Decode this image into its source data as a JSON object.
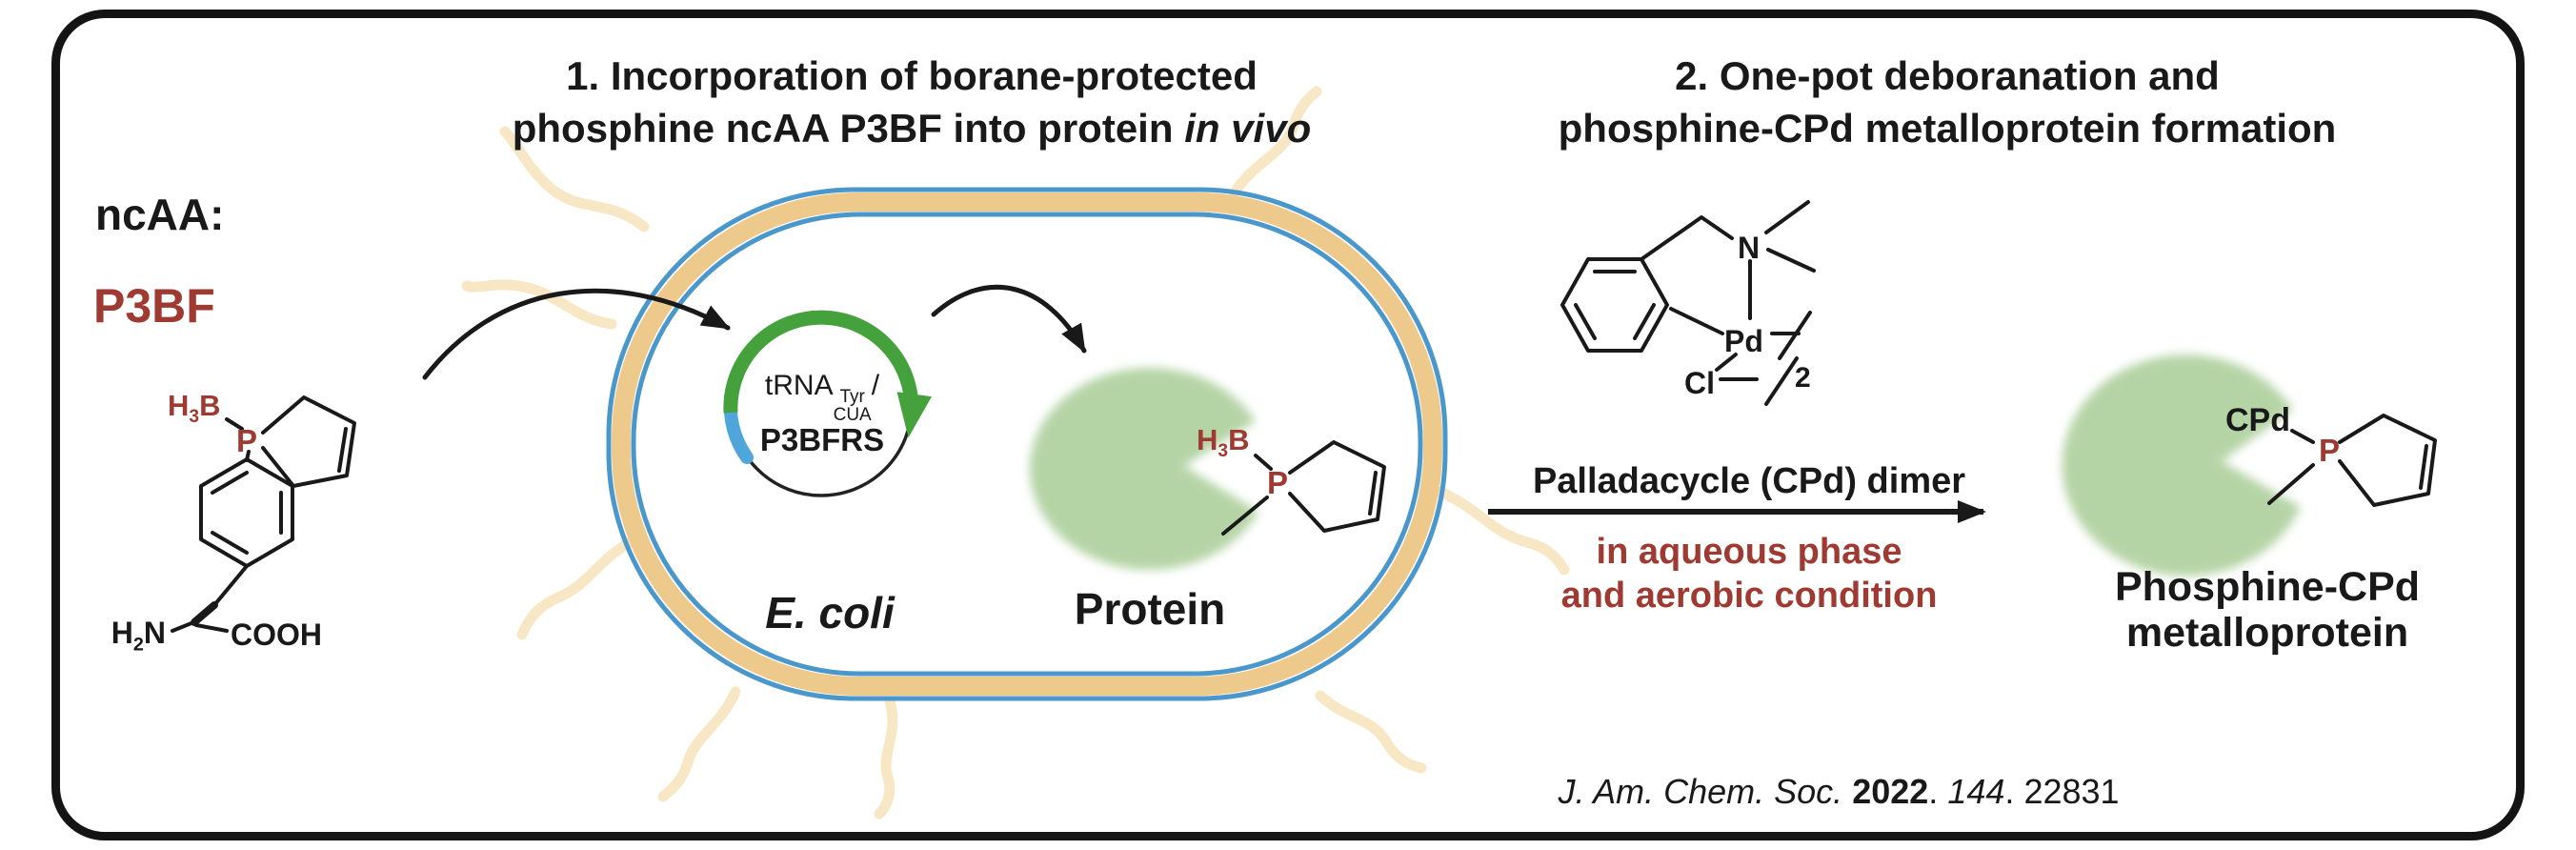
{
  "colors": {
    "ink": "#191919",
    "accent_red": "#9e3a31",
    "protein_green": "#b5d4a6",
    "membrane_tan": "#edca8c",
    "flagella_tan": "#f7e7c4",
    "cell_blue": "#4a97cb",
    "plasmid_green": "#44a13c",
    "plasmid_blue": "#4fa6da"
  },
  "step1": {
    "line1": "1. Incorporation of borane-protected",
    "line2_prefix": "phosphine ncAA P3BF into protein",
    "line2_italic": "in vivo"
  },
  "step2": {
    "line1": "2. One-pot deboranation and",
    "line2": "phosphine-CPd metalloprotein formation"
  },
  "ncaa": {
    "label": "ncAA:",
    "name": "P3BF"
  },
  "p3bf": {
    "borane": {
      "pre": "H",
      "sub": "3",
      "post": "B"
    },
    "phosphorus": "P",
    "amine": {
      "pre": "H",
      "sub": "2",
      "post": "N"
    },
    "acid": "COOH"
  },
  "cell": {
    "organism": "E. coli",
    "plasmid": {
      "gene1": "tRNA",
      "gene1_sub": "CUA",
      "gene1_sup": "Tyr",
      "slash": "/",
      "gene2": "P3BFRS"
    },
    "protein": {
      "label": "Protein",
      "borane": {
        "pre": "H",
        "sub": "3",
        "post": "B"
      },
      "phosphorus": "P"
    }
  },
  "palladacycle": {
    "nitrogen": "N",
    "palladium": "Pd",
    "chloride": "Cl",
    "dimer_subscript": "2"
  },
  "reaction": {
    "reagent": "Palladacycle (CPd) dimer",
    "condition1": "in aqueous phase",
    "condition2": "and aerobic condition"
  },
  "product": {
    "cpd": "CPd",
    "phosphorus": "P",
    "label1": "Phosphine-CPd",
    "label2": "metalloprotein"
  },
  "citation": {
    "journal": "J. Am. Chem. Soc.",
    "year": "2022",
    "volume": "144",
    "page": "22831",
    "dot": "."
  }
}
